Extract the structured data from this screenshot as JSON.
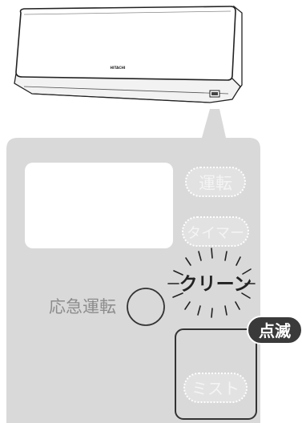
{
  "diagram": {
    "unit": {
      "brand": "HITACHI"
    },
    "panel": {
      "labels": {
        "unten": "運転",
        "timer": "タイマー",
        "clean": "クリーン",
        "emergency": "応急運転",
        "blink": "点滅",
        "mist": "ミスト"
      }
    },
    "colors": {
      "panel_bg": "#d9d9d9",
      "outline": "#333333",
      "lamp_off": "#ffffff",
      "lamp_off_text": "#f4f4f4",
      "emergency_text": "#8c8c8c",
      "blink_badge": "#3a3a3a",
      "blink_text": "#ffffff"
    }
  }
}
